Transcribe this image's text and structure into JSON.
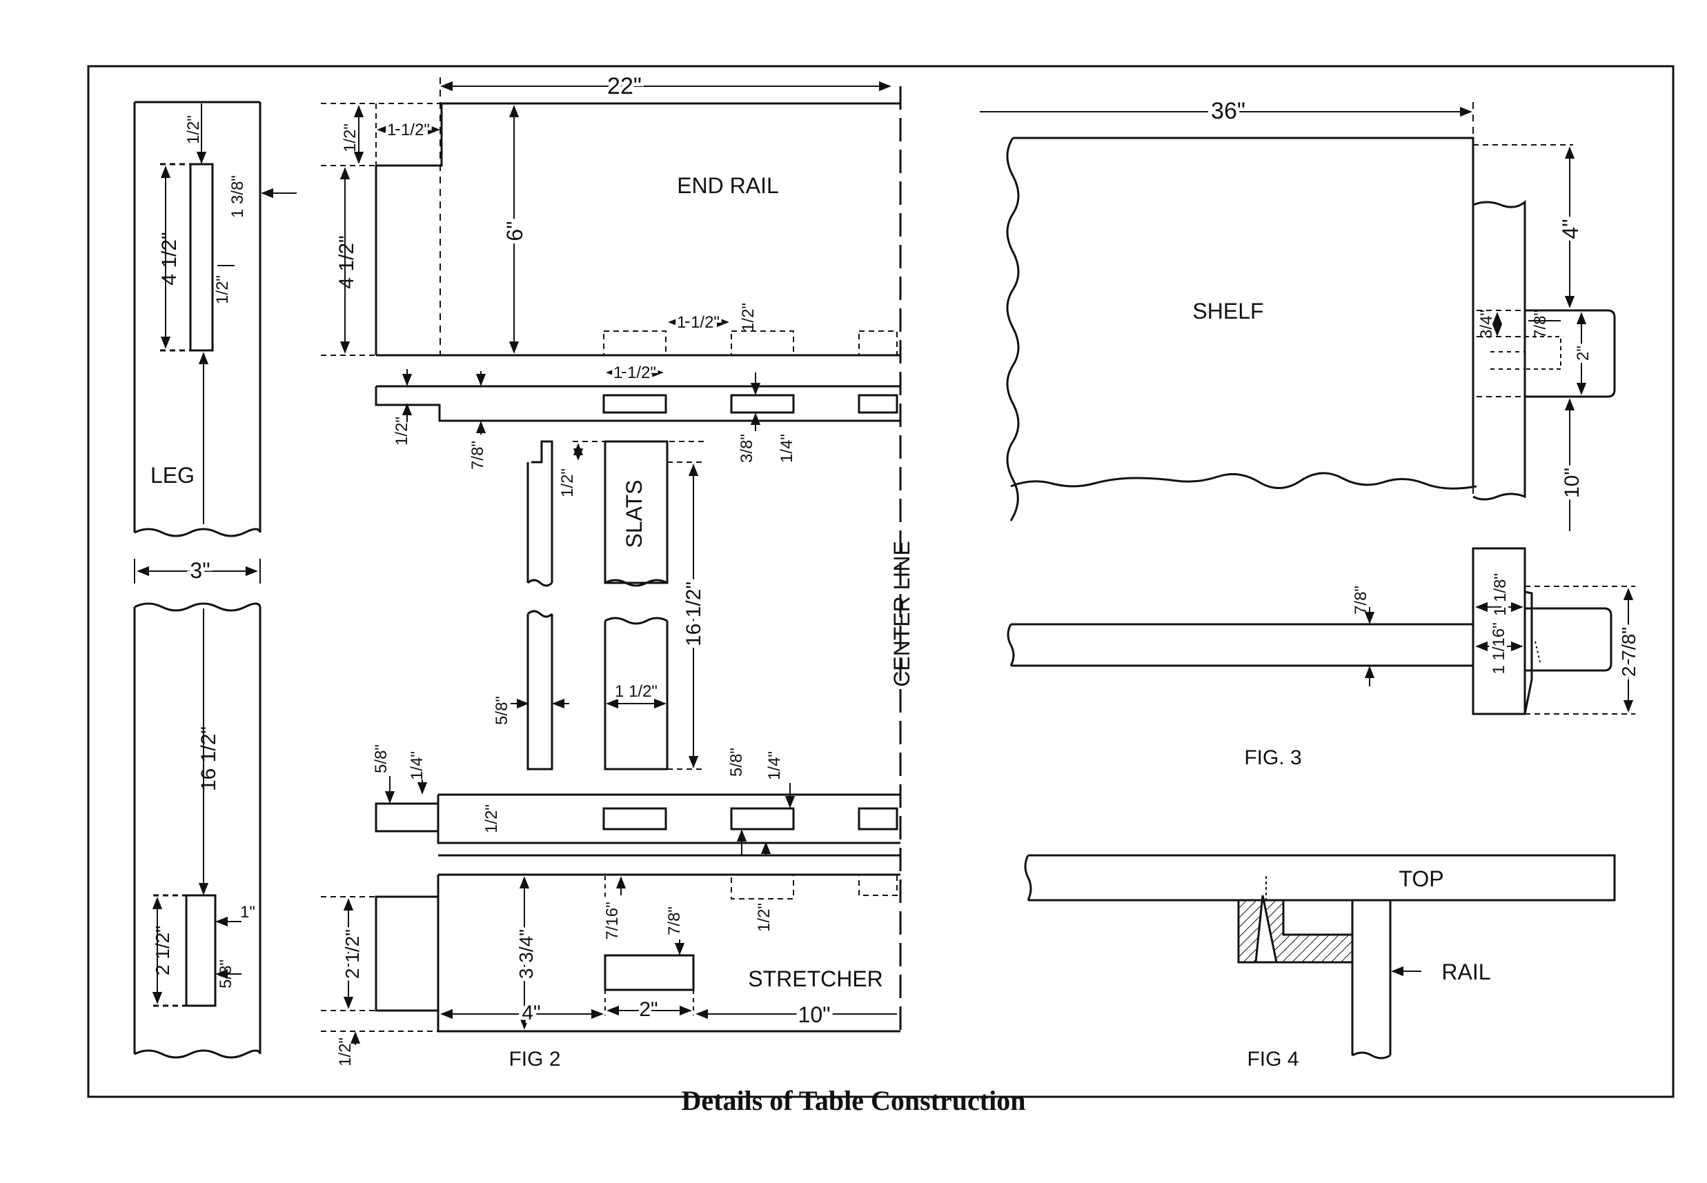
{
  "caption": "Details of Table Construction",
  "labels": {
    "end_rail": "END RAIL",
    "leg": "LEG",
    "slats": "SLATS",
    "center_line": "CENTER LINE",
    "stretcher": "STRETCHER",
    "shelf": "SHELF",
    "top": "TOP",
    "rail": "RAIL"
  },
  "figures": {
    "fig2": "FIG 2",
    "fig3": "FIG. 3",
    "fig4": "FIG 4"
  },
  "dims": {
    "leg_top_half": "1/2\"",
    "leg_mortise_len": "4 1/2\"",
    "leg_mortise_offset": "1 3/8\"",
    "leg_mortise_width": "1/2\"",
    "leg_width": "3\"",
    "leg_lower_len": "16 1/2\"",
    "leg_lower_mortise": "2 1/2\"",
    "leg_lower_mortise_w": "1\"",
    "leg_lower_mortise_off": "5/8\"",
    "half_length": "22\"",
    "tenon_top": "1/2\"",
    "tenon_len": "1 1/2\"",
    "tenon_height": "4 1/2\"",
    "end_rail_height": "6\"",
    "slat_spacing": "1 1/2\"",
    "slat_gap": "1/2\"",
    "slat_mortise_len": "1 1/2\"",
    "rail_shoulder": "1/2\"",
    "rail_thickness": "7/8\"",
    "slat_mortise_3_8": "3/8\"",
    "slat_mortise_1_4": "1/4\"",
    "slat_half": "1/2\"",
    "slat_length": "16 1/2\"",
    "slat_thickness": "5/8\"",
    "slat_width": "1 1/2\"",
    "str_tenon_5_8": "5/8\"",
    "str_tenon_1_4": "1/4\"",
    "str_mortise_5_8": "5/8\"",
    "str_mortise_1_4": "1/4\"",
    "str_half": "1/2\"",
    "str_7_16": "7/16\"",
    "str_7_8": "7/8\"",
    "str_bottom_half": "1/2\"",
    "str_tenon_height": "2 1/2\"",
    "str_height": "3 3/4\"",
    "str_off_4": "4\"",
    "str_mortise_2": "2\"",
    "str_off_10": "10\"",
    "str_edge_half": "1/2\"",
    "shelf_length": "36\"",
    "shelf_4": "4\"",
    "shelf_3_4": "3/4\"",
    "shelf_7_8": "7/8\"",
    "shelf_2": "2\"",
    "shelf_10": "10\"",
    "shelf_thick_7_8": "7/8\"",
    "shelf_1_1_8": "1 1/8\"",
    "shelf_1_1_16": "1 1/16\"",
    "shelf_2_7_8": "2 7/8\""
  },
  "colors": {
    "ink": "#111111",
    "paper": "#ffffff"
  }
}
